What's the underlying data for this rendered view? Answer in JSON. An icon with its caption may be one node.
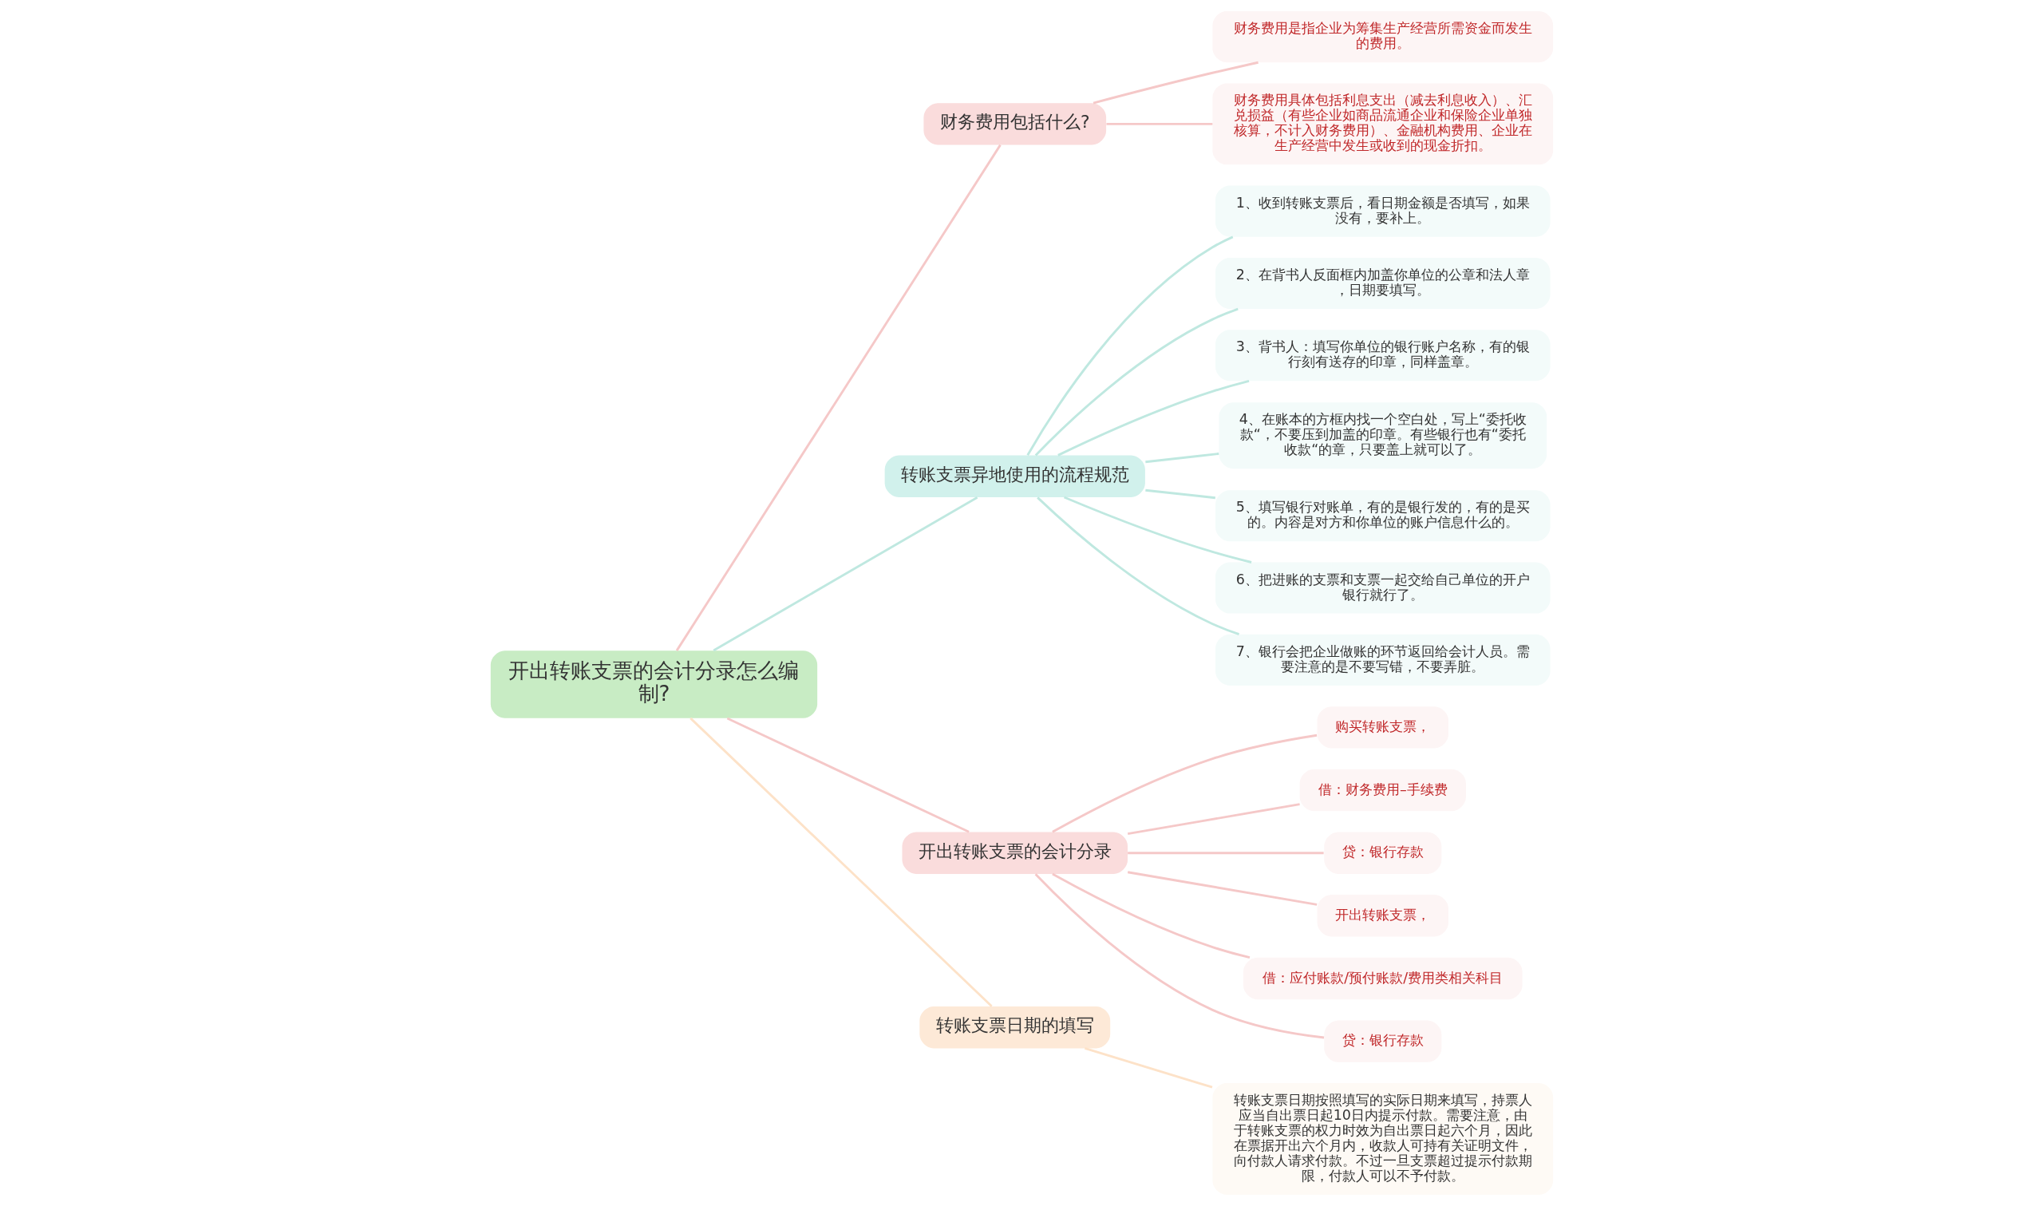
{
  "diagram": {
    "nodes": [
      {
        "text": [
          "开出转账支票的会计分录怎么编制?"
        ]
      },
      {
        "text": [
          "财务费用包括什么?"
        ]
      },
      {
        "text": [
          "财务费用是指企业为筹集生产经营所需资金而发生的费用。"
        ]
      },
      {
        "text": [
          "财务费用具体包括利息支出（减去利息收入）、汇兑损益（有些企业如商品流通企业和保险企业单独核算，不计入财务费用）、金融机构费用、企业在生产经营中发生或收到的现金折扣。"
        ]
      },
      {
        "text": [
          "转账支票异地使用的流程规范"
        ]
      },
      {
        "text": [
          "1、收到转账支票后，看日期金额是否填写，如果没有，要补上。"
        ]
      },
      {
        "text": [
          "2、在背书人反面框内加盖你单位的公章和法人章，日期要填写。"
        ]
      },
      {
        "text": [
          "3、背书人：填写你单位的银行账户名称，有的银行刻有送存的印章，同样盖章。"
        ]
      },
      {
        "text": [
          "4、在账本的方框内找一个空白处，写上“委托收款“，不要压到加盖的印章。有些银行也有“委托收款“的章，只要盖上就可以了。"
        ]
      },
      {
        "text": [
          "5、填写银行对账单，有的是银行发的，有的是买的。内容是对方和你单位的账户信息什么的。"
        ]
      },
      {
        "text": [
          "6、把进账的支票和支票一起交给自己单位的开户银行就行了。"
        ]
      },
      {
        "text": [
          "7、银行会把企业做账的环节返回给会计人员。需要注意的是不要写错，不要弄脏。"
        ]
      },
      {
        "text": [
          "开出转账支票的会计分录"
        ]
      },
      {
        "text": [
          "购买转账支票，"
        ]
      },
      {
        "text": [
          "借：财务费用–手续费"
        ]
      },
      {
        "text": [
          "贷：银行存款"
        ]
      },
      {
        "text": [
          "开出转账支票，"
        ]
      },
      {
        "text": [
          "借：应付账款/预付账款/费用类相关科目"
        ]
      },
      {
        "text": [
          "贷：银行存款"
        ]
      },
      {
        "text": [
          "转账支票日期的填写"
        ]
      },
      {
        "text": [
          "转账支票日期按照填写的实际日期来填写，持票人应当自出票日起10日内提示付款。需要注意，由于转账支票的权力时效为自出票日起六个月，因此在票据开出六个月内，收款人可持有关证明文件，向付款人请求付款。不过一旦支票超过提示付款期限，付款人可以不予付款。"
        ]
      }
    ],
    "edges": [
      {
        "from": 0,
        "to": 1,
        "arrow": "none"
      },
      {
        "from": 1,
        "to": 2,
        "arrow": "none"
      },
      {
        "from": 1,
        "to": 3,
        "arrow": "none"
      },
      {
        "from": 0,
        "to": 4,
        "arrow": "none",
        "color": "#bfe8e0"
      },
      {
        "from": 4,
        "to": 5,
        "arrow": "none",
        "color": "#bfe8e0"
      },
      {
        "from": 4,
        "to": 6,
        "arrow": "none",
        "color": "#bfe8e0"
      },
      {
        "from": 4,
        "to": 7,
        "arrow": "none",
        "color": "#bfe8e0"
      },
      {
        "from": 4,
        "to": 8,
        "arrow": "none",
        "color": "#bfe8e0"
      },
      {
        "from": 4,
        "to": 9,
        "arrow": "none",
        "color": "#bfe8e0"
      },
      {
        "from": 4,
        "to": 10,
        "arrow": "none",
        "color": "#bfe8e0"
      },
      {
        "from": 4,
        "to": 11,
        "arrow": "none",
        "color": "#bfe8e0"
      },
      {
        "from": 0,
        "to": 12,
        "arrow": "none"
      },
      {
        "from": 12,
        "to": 13,
        "arrow": "none"
      },
      {
        "from": 12,
        "to": 14,
        "arrow": "none"
      },
      {
        "from": 12,
        "to": 15,
        "arrow": "none"
      },
      {
        "from": 12,
        "to": 16,
        "arrow": "none"
      },
      {
        "from": 12,
        "to": 17,
        "arrow": "none"
      },
      {
        "from": 12,
        "to": 18,
        "arrow": "none"
      },
      {
        "from": 0,
        "to": 19,
        "arrow": "none",
        "color": "#fde2c8"
      },
      {
        "from": 19,
        "to": 20,
        "arrow": "none",
        "color": "#fde2c8"
      }
    ]
  }
}
